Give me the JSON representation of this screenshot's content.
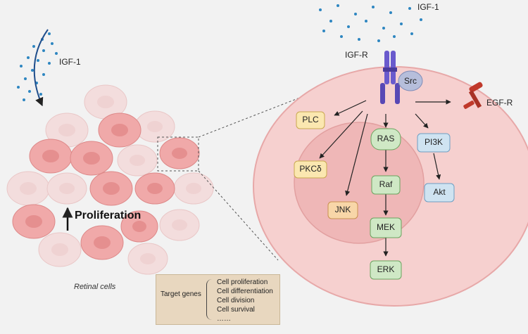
{
  "labels": {
    "igf1_left": "IGF-1",
    "igf1_top": "IGF-1",
    "igfr": "IGF-R",
    "src": "Src",
    "egfr": "EGF-R",
    "proliferation": "Proliferation",
    "retinal_cells": "Retinal cells"
  },
  "nodes": {
    "plc": "PLC",
    "pkcd": "PKCδ",
    "jnk": "JNK",
    "ras": "RAS",
    "raf": "Raf",
    "mek": "MEK",
    "erk": "ERK",
    "pi3k": "PI3K",
    "akt": "Akt"
  },
  "target": {
    "label": "Target genes",
    "items": [
      "Cell proliferation",
      "Cell differentiation",
      "Cell division",
      "Cell survival",
      "……"
    ]
  },
  "colors": {
    "background": "#f2f2f2",
    "cell_fill": "#f5cccc",
    "nucleus_fill": "#eeb8b8",
    "cell_stroke": "#d88",
    "receptor": "#6a5acd",
    "egfr": "#c0392b",
    "ligand": "#2e86c1",
    "node_yellow": "#fbe7b0",
    "node_green": "#cfe8c5",
    "node_blue": "#cfe3f1",
    "node_orange": "#f8d6a8"
  }
}
